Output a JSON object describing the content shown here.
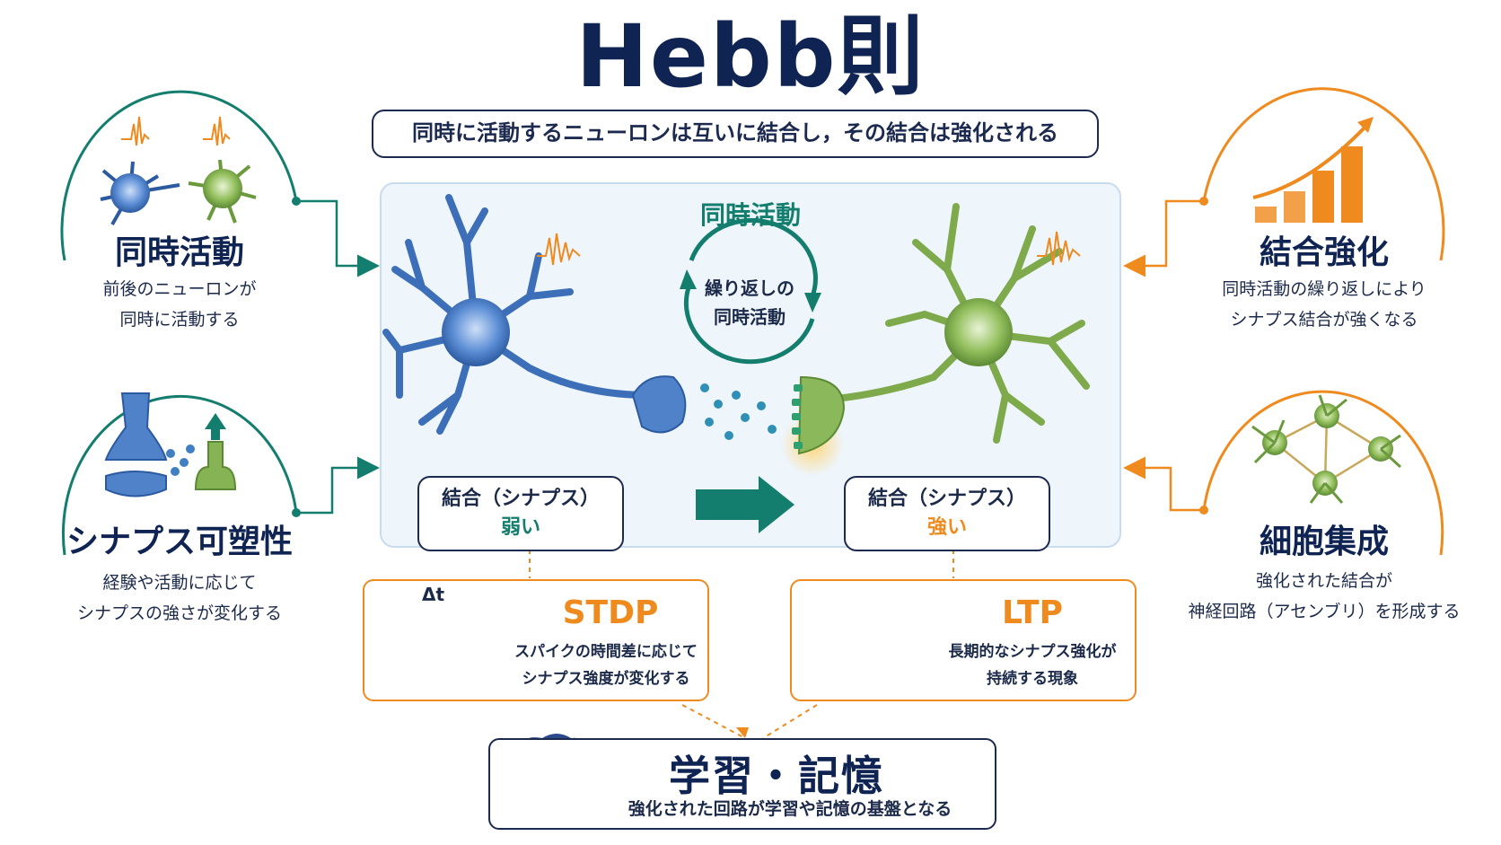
{
  "title": "Hebb則",
  "subtitle": "同時に活動するニューロンは互いに結合し，その結合は強化される",
  "center": {
    "title": "同時活動",
    "cycle_label_1": "繰り返しの",
    "cycle_label_2": "同時活動",
    "weak_box": {
      "line1": "結合（シナプス）",
      "line2": "弱い"
    },
    "strong_box": {
      "line1": "結合（シナプス）",
      "line2": "強い"
    }
  },
  "left": [
    {
      "title": "同時活動",
      "desc1": "前後のニューロンが",
      "desc2": "同時に活動する"
    },
    {
      "title": "シナプス可塑性",
      "desc1": "経験や活動に応じて",
      "desc2": "シナプスの強さが変化する"
    }
  ],
  "right": [
    {
      "title": "結合強化",
      "desc1": "同時活動の繰り返しにより",
      "desc2": "シナプス結合が強くなる"
    },
    {
      "title": "細胞集成",
      "desc1": "強化された結合が",
      "desc2": "神経回路（アセンブリ）を形成する"
    }
  ],
  "stdp": {
    "title": "STDP",
    "delta": "Δt",
    "desc1": "スパイクの時間差に応じて",
    "desc2": "シナプス強度が変化する"
  },
  "ltp": {
    "title": "LTP",
    "desc1": "長期的なシナプス強化が",
    "desc2": "持続する現象"
  },
  "learning": {
    "title": "学習・記憶",
    "desc": "強化された回路が学習や記憶の基盤となる"
  },
  "colors": {
    "navy": "#0f2453",
    "teal": "#147e6e",
    "orange": "#ef8a1f",
    "blue_neuron": "#3d6fb8",
    "green_neuron": "#7eaa4c"
  }
}
